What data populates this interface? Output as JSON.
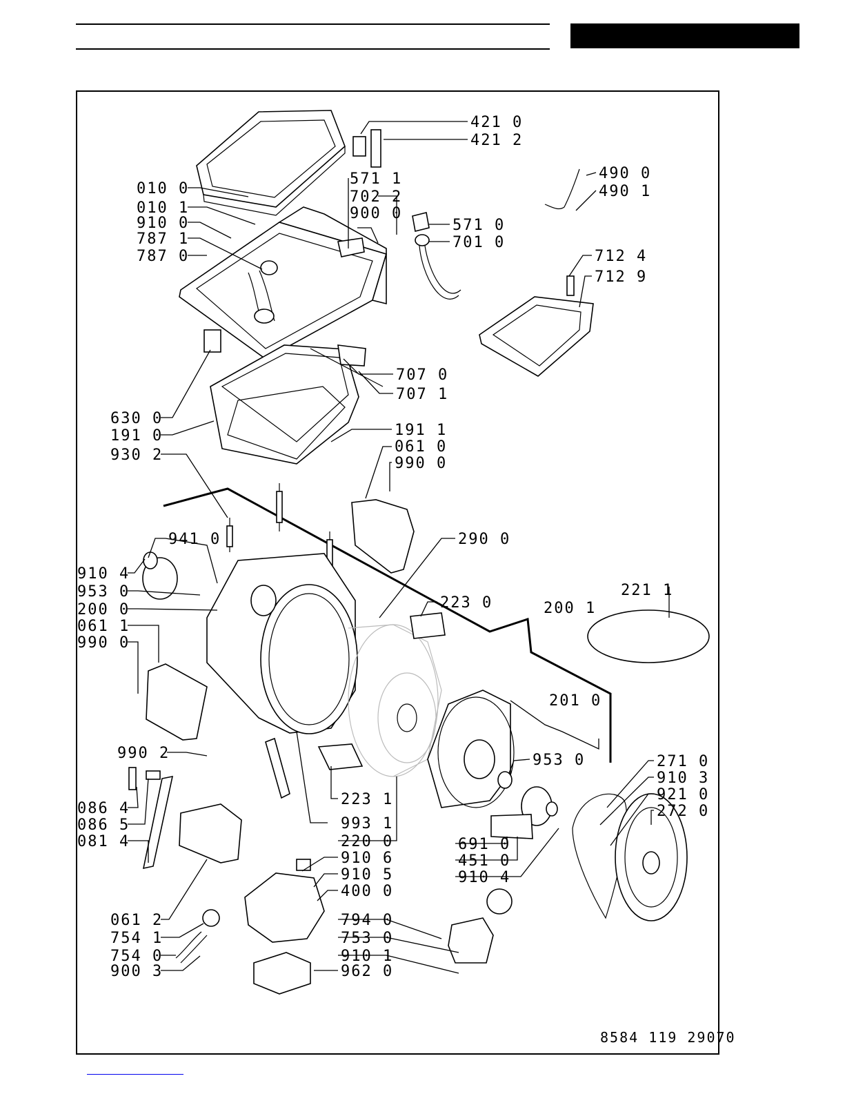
{
  "drawing_number": "8584 119 29070",
  "parts": [
    {
      "id": "p4210",
      "label": "421 0"
    },
    {
      "id": "p4212",
      "label": "421 2"
    },
    {
      "id": "p0100",
      "label": "010 0"
    },
    {
      "id": "p5711",
      "label": "571 1"
    },
    {
      "id": "p7022",
      "label": "702 2"
    },
    {
      "id": "p9000",
      "label": "900 0"
    },
    {
      "id": "p4900",
      "label": "490 0"
    },
    {
      "id": "p4901",
      "label": "490 1"
    },
    {
      "id": "p0101",
      "label": "010 1"
    },
    {
      "id": "p9100",
      "label": "910 0"
    },
    {
      "id": "p7871",
      "label": "787 1"
    },
    {
      "id": "p7870",
      "label": "787 0"
    },
    {
      "id": "p5710",
      "label": "571 0"
    },
    {
      "id": "p7010",
      "label": "701 0"
    },
    {
      "id": "p7124",
      "label": "712 4"
    },
    {
      "id": "p7129",
      "label": "712 9"
    },
    {
      "id": "p7070",
      "label": "707 0"
    },
    {
      "id": "p7071",
      "label": "707 1"
    },
    {
      "id": "p6300",
      "label": "630 0"
    },
    {
      "id": "p1910",
      "label": "191 0"
    },
    {
      "id": "p9302",
      "label": "930 2"
    },
    {
      "id": "p1911",
      "label": "191 1"
    },
    {
      "id": "p0610",
      "label": "061 0"
    },
    {
      "id": "p9900",
      "label": "990 0"
    },
    {
      "id": "p9410",
      "label": "941 0"
    },
    {
      "id": "p2900",
      "label": "290 0"
    },
    {
      "id": "p9104a",
      "label": "910 4"
    },
    {
      "id": "p9530a",
      "label": "953 0"
    },
    {
      "id": "p2000",
      "label": "200 0"
    },
    {
      "id": "p2230",
      "label": "223 0"
    },
    {
      "id": "p2001",
      "label": "200 1"
    },
    {
      "id": "p2211",
      "label": "221 1"
    },
    {
      "id": "p0611",
      "label": "061 1"
    },
    {
      "id": "p9900b",
      "label": "990 0"
    },
    {
      "id": "p2010",
      "label": "201 0"
    },
    {
      "id": "p9902",
      "label": "990 2"
    },
    {
      "id": "p9530b",
      "label": "953 0"
    },
    {
      "id": "p2710",
      "label": "271 0"
    },
    {
      "id": "p9103",
      "label": "910 3"
    },
    {
      "id": "p9210",
      "label": "921 0"
    },
    {
      "id": "p2720",
      "label": "272 0"
    },
    {
      "id": "p2231",
      "label": "223 1"
    },
    {
      "id": "p0864",
      "label": "086 4"
    },
    {
      "id": "p9931",
      "label": "993 1"
    },
    {
      "id": "p0865",
      "label": "086 5"
    },
    {
      "id": "p0814",
      "label": "081 4"
    },
    {
      "id": "p2200",
      "label": "220 0"
    },
    {
      "id": "p6910",
      "label": "691 0"
    },
    {
      "id": "p4510",
      "label": "451 0"
    },
    {
      "id": "p9104b",
      "label": "910 4"
    },
    {
      "id": "p9106",
      "label": "910 6"
    },
    {
      "id": "p9105",
      "label": "910 5"
    },
    {
      "id": "p4000",
      "label": "400 0"
    },
    {
      "id": "p0612",
      "label": "061 2"
    },
    {
      "id": "p7940",
      "label": "794 0"
    },
    {
      "id": "p7541",
      "label": "754 1"
    },
    {
      "id": "p7530",
      "label": "753 0"
    },
    {
      "id": "p7540",
      "label": "754 0"
    },
    {
      "id": "p9101",
      "label": "910 1"
    },
    {
      "id": "p9003",
      "label": "900 3"
    },
    {
      "id": "p9620",
      "label": "962 0"
    }
  ]
}
